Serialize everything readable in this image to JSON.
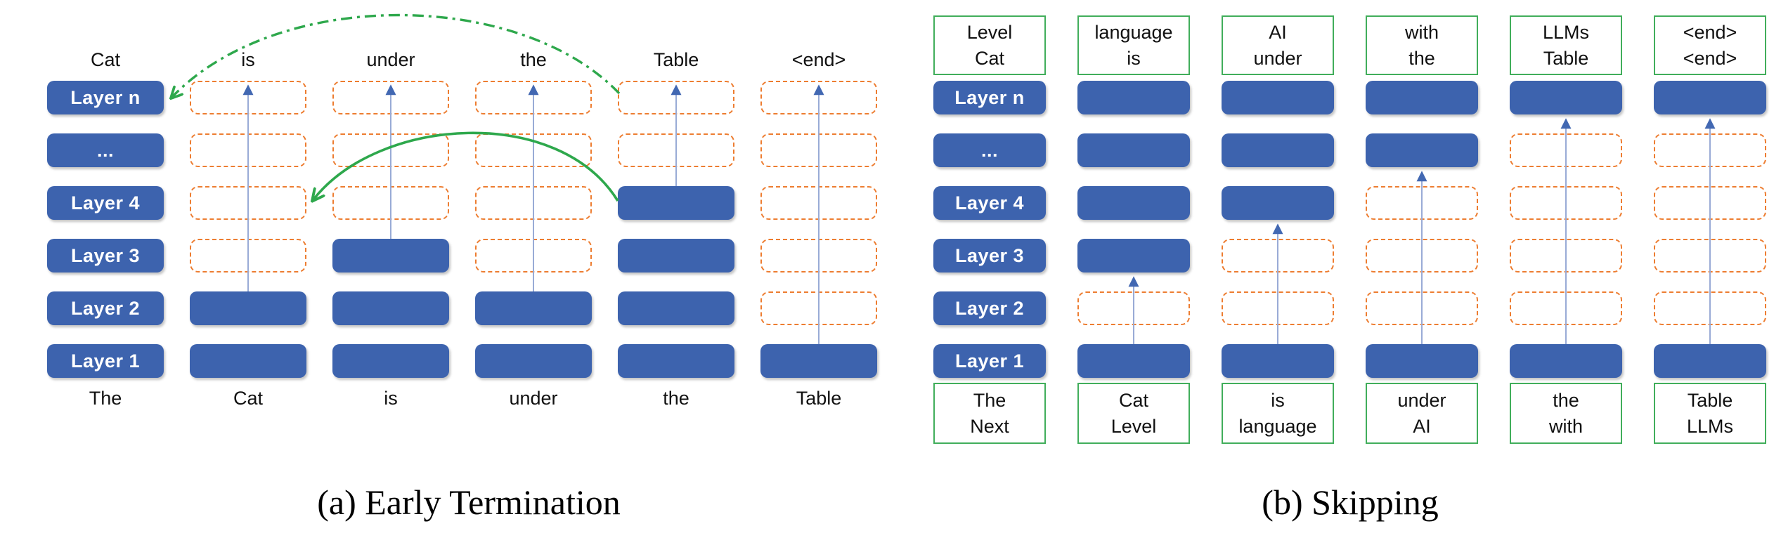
{
  "colors": {
    "box_blue": "#3D63AE",
    "dashed_orange": "#ED7D31",
    "green": "#2EA84C",
    "green_box_border": "#41AE5B",
    "arrow_line_blue": "#99ABD6",
    "arrow_head_blue": "#4268B2",
    "text_black": "#111111"
  },
  "figure_a": {
    "caption": "(a) Early Termination",
    "layer_labels": [
      "Layer n",
      "...",
      "Layer 4",
      "Layer 3",
      "Layer 2",
      "Layer 1"
    ],
    "layer_column": {
      "top_label": "Cat",
      "bottom_label": "The"
    },
    "token_columns": [
      {
        "top_label": "is",
        "bottom_label": "Cat",
        "cells": [
          "dashed",
          "dashed",
          "dashed",
          "dashed",
          "filled",
          "filled"
        ],
        "exit_layer_row": 4
      },
      {
        "top_label": "under",
        "bottom_label": "is",
        "cells": [
          "dashed",
          "dashed",
          "dashed",
          "filled",
          "filled",
          "filled"
        ],
        "exit_layer_row": 3
      },
      {
        "top_label": "the",
        "bottom_label": "under",
        "cells": [
          "dashed",
          "dashed",
          "dashed",
          "dashed",
          "filled",
          "filled"
        ],
        "exit_layer_row": 4
      },
      {
        "top_label": "Table",
        "bottom_label": "the",
        "cells": [
          "dashed",
          "dashed",
          "filled",
          "filled",
          "filled",
          "filled"
        ],
        "exit_layer_row": 2
      },
      {
        "top_label": "<end>",
        "bottom_label": "Table",
        "cells": [
          "dashed",
          "dashed",
          "dashed",
          "dashed",
          "dashed",
          "filled"
        ],
        "exit_layer_row": 5
      }
    ],
    "green_arrows": [
      {
        "style": "dash-dot",
        "from": "Table-column Layer n",
        "to": "Layer n label box"
      },
      {
        "style": "solid",
        "from": "Table-column Layer 4",
        "to": "Cat-column Layer 4"
      }
    ]
  },
  "figure_b": {
    "caption": "(b) Skipping",
    "layer_labels": [
      "Layer n",
      "...",
      "Layer 4",
      "Layer 3",
      "Layer 2",
      "Layer 1"
    ],
    "layer_column": {
      "top_lines": [
        "Level",
        "Cat"
      ],
      "bottom_lines": [
        "The",
        "Next"
      ]
    },
    "token_columns": [
      {
        "top_lines": [
          "language",
          "is"
        ],
        "bottom_lines": [
          "Cat",
          "Level"
        ],
        "cells": [
          "filled",
          "filled",
          "filled",
          "filled",
          "dashed",
          "filled"
        ],
        "skip_from_row": 5,
        "skip_to_row": 3
      },
      {
        "top_lines": [
          "AI",
          "under"
        ],
        "bottom_lines": [
          "is",
          "language"
        ],
        "cells": [
          "filled",
          "filled",
          "filled",
          "dashed",
          "dashed",
          "filled"
        ],
        "skip_from_row": 5,
        "skip_to_row": 2
      },
      {
        "top_lines": [
          "with",
          "the"
        ],
        "bottom_lines": [
          "under",
          "AI"
        ],
        "cells": [
          "filled",
          "filled",
          "dashed",
          "dashed",
          "dashed",
          "filled"
        ],
        "skip_from_row": 5,
        "skip_to_row": 1
      },
      {
        "top_lines": [
          "LLMs",
          "Table"
        ],
        "bottom_lines": [
          "the",
          "with"
        ],
        "cells": [
          "filled",
          "dashed",
          "dashed",
          "dashed",
          "dashed",
          "filled"
        ],
        "skip_from_row": 5,
        "skip_to_row": 0
      },
      {
        "top_lines": [
          "<end>",
          "<end>"
        ],
        "bottom_lines": [
          "Table",
          "LLMs"
        ],
        "cells": [
          "filled",
          "dashed",
          "dashed",
          "dashed",
          "dashed",
          "filled"
        ],
        "skip_from_row": 5,
        "skip_to_row": 0
      }
    ]
  }
}
